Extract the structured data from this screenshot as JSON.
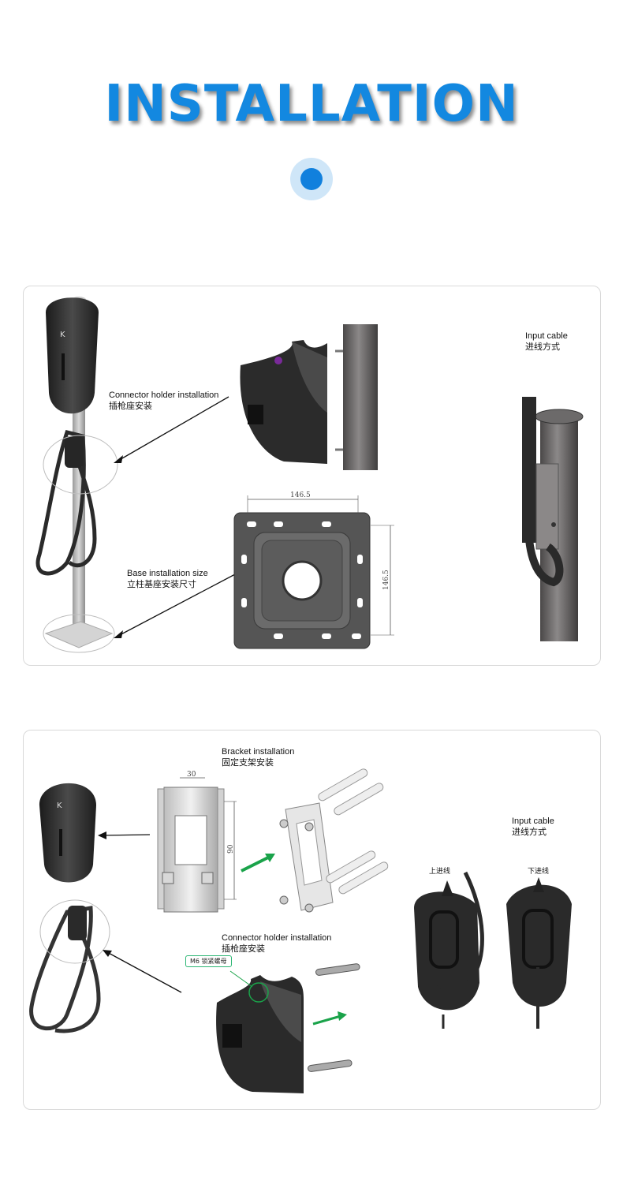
{
  "header": {
    "title": "INSTALLATION"
  },
  "panel1": {
    "connector_holder": {
      "en": "Connector holder installation",
      "cn": "插枪座安装"
    },
    "base_size": {
      "en": "Base installation size",
      "cn": "立柱基座安装尺寸"
    },
    "input_cable": {
      "en": "Input cable",
      "cn": "进线方式"
    },
    "dims": {
      "width": "146.5",
      "height": "146.5"
    }
  },
  "panel2": {
    "bracket": {
      "en": "Bracket installation",
      "cn": "固定支架安装"
    },
    "connector_holder": {
      "en": "Connector holder installation",
      "cn": "插枪座安装"
    },
    "input_cable": {
      "en": "Input cable",
      "cn": "进线方式"
    },
    "top_entry": "上进线",
    "bottom_entry": "下进线",
    "m6_tag": "M6 锁紧螺母",
    "dims": {
      "width": "30",
      "height": "90"
    }
  },
  "colors": {
    "title": "#1388e0",
    "accent_green": "#1aa34a",
    "charger": "#2e2e2e"
  }
}
